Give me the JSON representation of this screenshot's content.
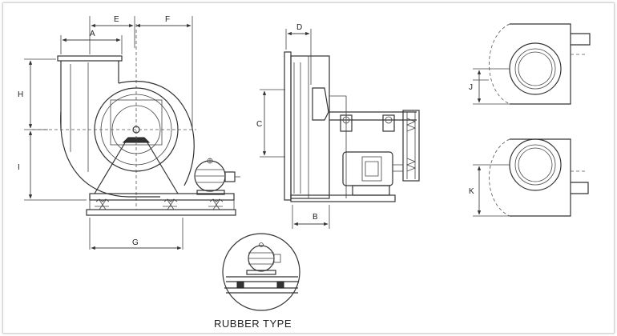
{
  "dimension_labels": {
    "E": "E",
    "F": "F",
    "A": "A",
    "H": "H",
    "I": "I",
    "G": "G",
    "D": "D",
    "C": "C",
    "B": "B",
    "J": "J",
    "K": "K"
  },
  "caption": "RUBBER TYPE"
}
